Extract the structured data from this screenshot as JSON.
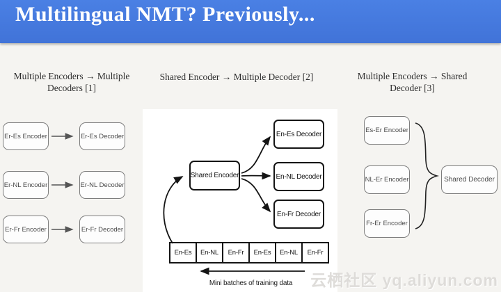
{
  "slide": {
    "title": "Multilingual NMT? Previously...",
    "header_color": "#4276de",
    "watermark": "云栖社区 yq.aliyun.com"
  },
  "sections": {
    "left": {
      "heading": "Multiple Encoders → Multiple Decoders [1]",
      "rows": [
        {
          "encoder": "Er-Es Encoder",
          "decoder": "Er-Es Decoder"
        },
        {
          "encoder": "Er-NL Encoder",
          "decoder": "Er-NL Decoder"
        },
        {
          "encoder": "Er-Fr Encoder",
          "decoder": "Er-Fr Decoder"
        }
      ]
    },
    "middle": {
      "heading": "Shared Encoder → Multiple Decoder [2]",
      "encoder": "Shared Encoder",
      "decoders": [
        "En-Es Decoder",
        "En-NL Decoder",
        "En-Fr Decoder"
      ],
      "batches": [
        "En-Es",
        "En-NL",
        "En-Fr",
        "En-Es",
        "En-NL",
        "En-Fr"
      ],
      "caption": "Mini batches of training data"
    },
    "right": {
      "heading": "Multiple Encoders → Shared Decoder [3]",
      "encoders": [
        "Es-Er Encoder",
        "NL-Er Encoder",
        "Fr-Er Encoder"
      ],
      "decoder": "Shared Decoder"
    }
  }
}
